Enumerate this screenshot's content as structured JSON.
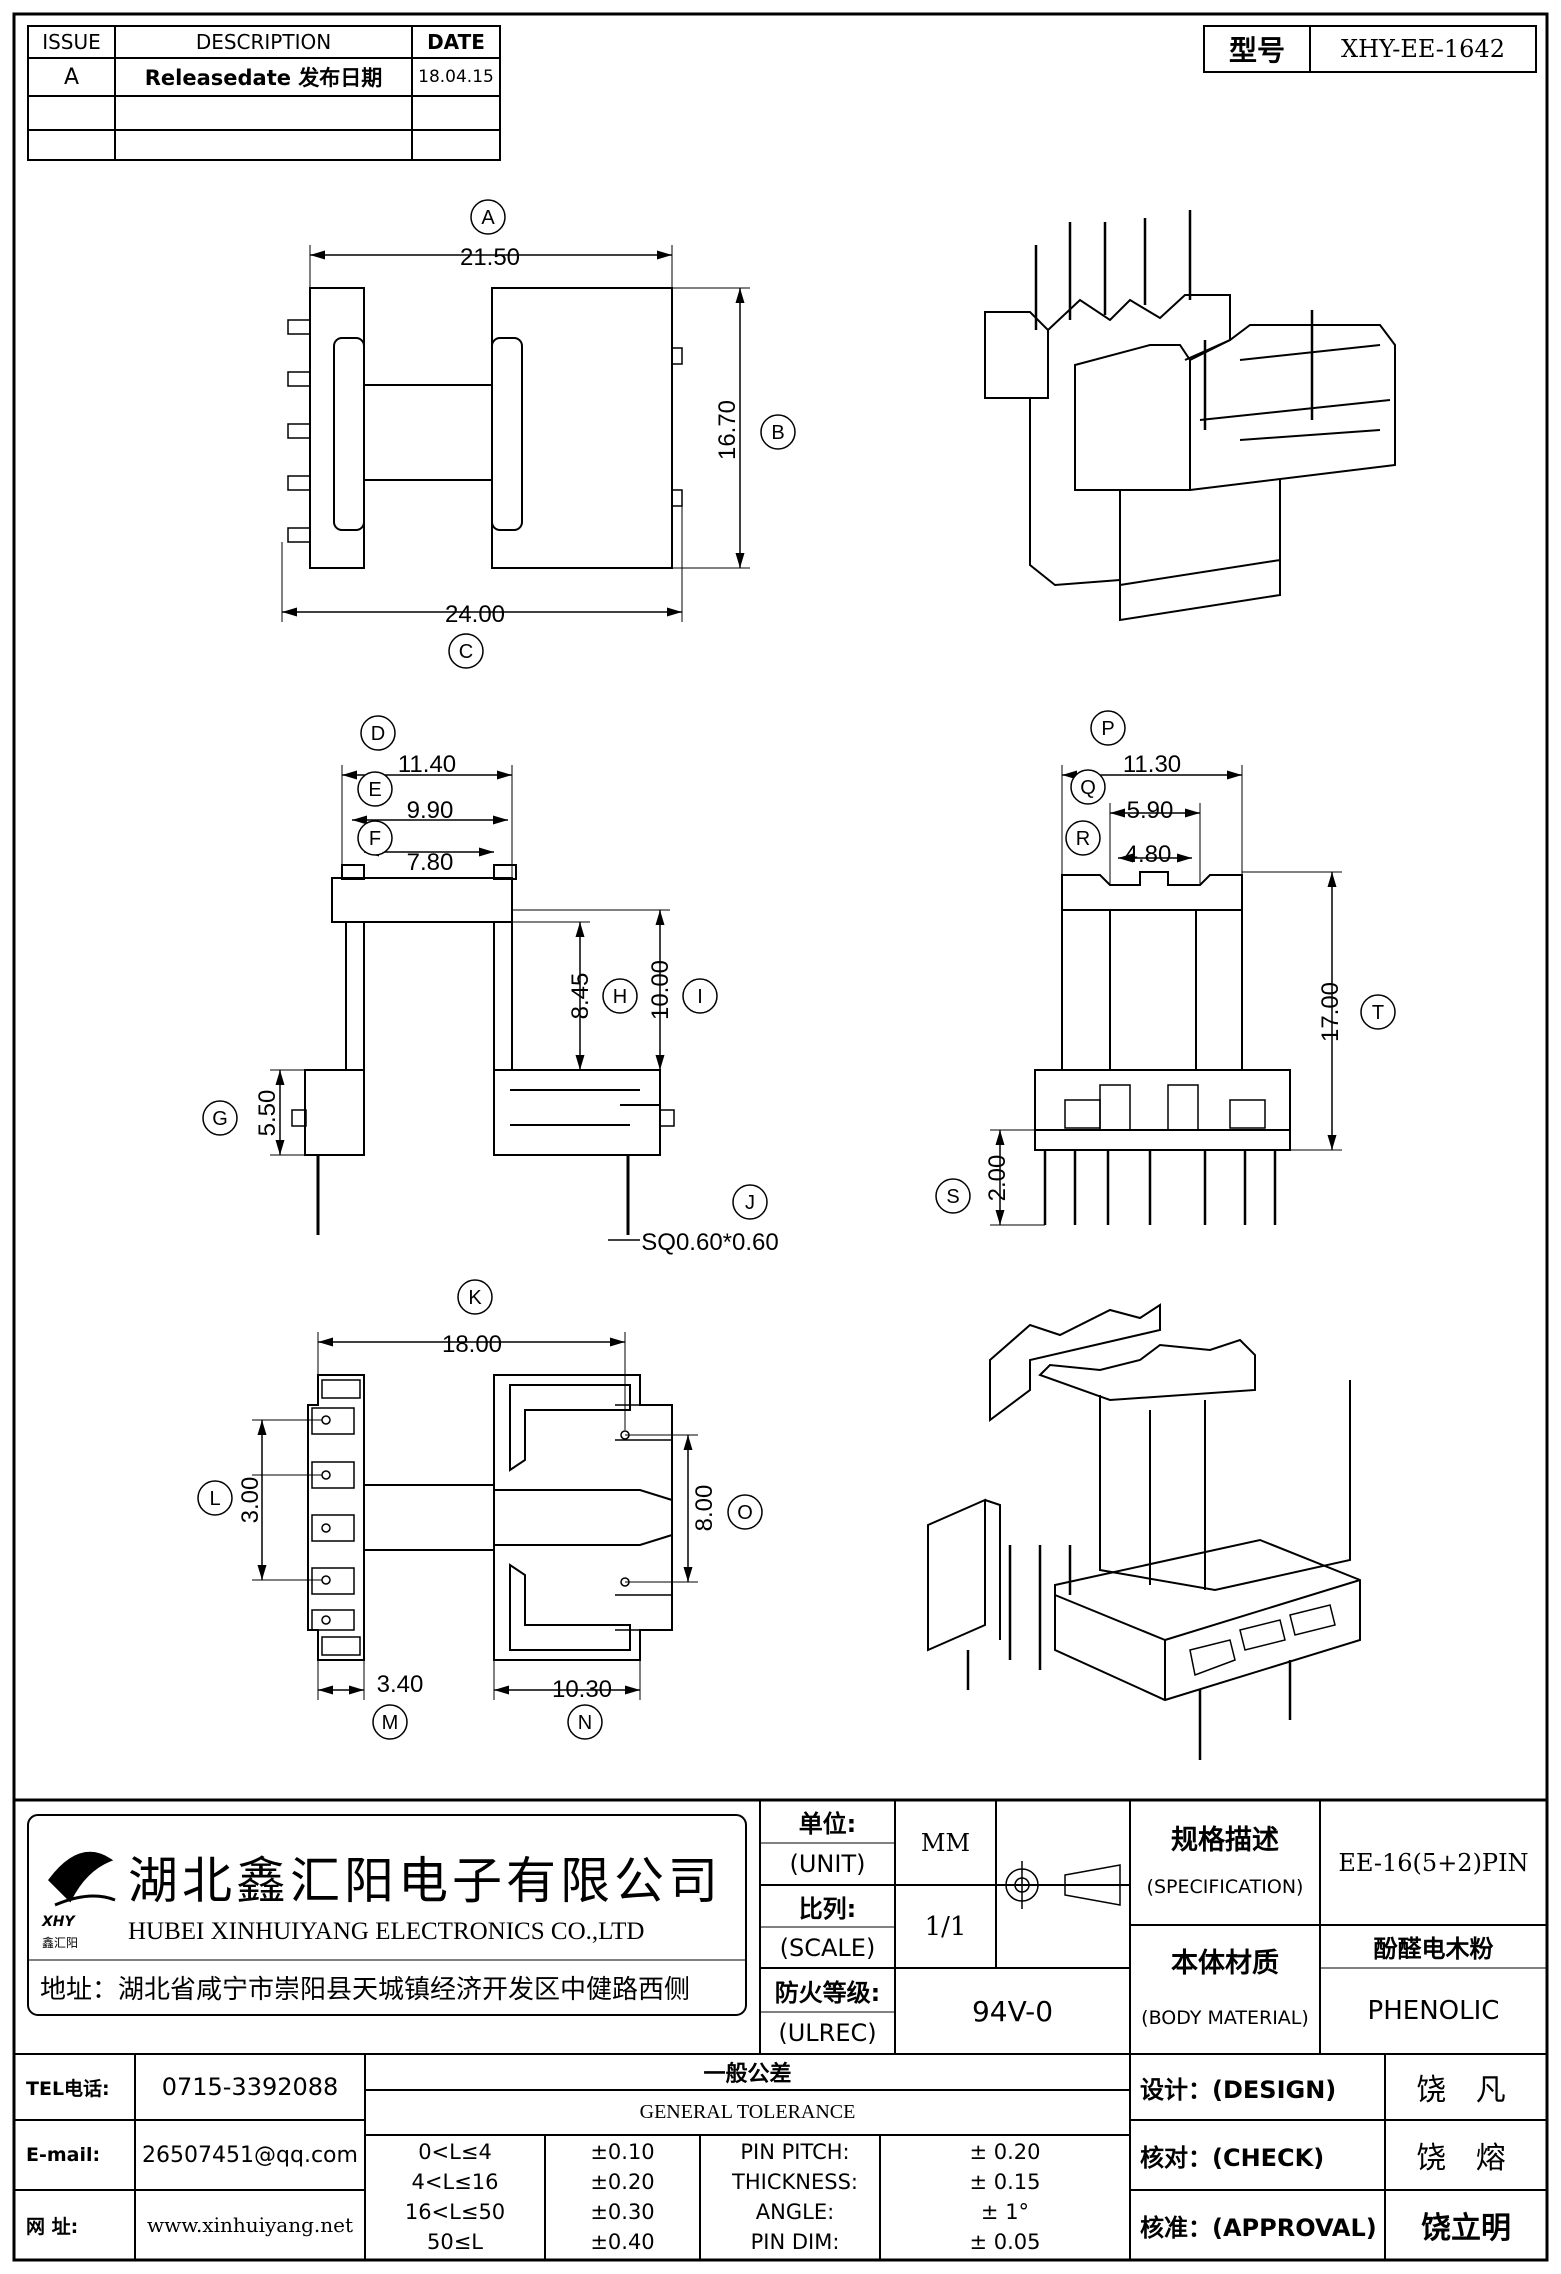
{
  "revision": {
    "headers": {
      "issue": "ISSUE",
      "description": "DESCRIPTION",
      "date": "DATE"
    },
    "rows": [
      {
        "issue": "A",
        "description": "Releasedate 发布日期",
        "date": "18.04.15"
      },
      {
        "issue": "",
        "description": "",
        "date": ""
      },
      {
        "issue": "",
        "description": "",
        "date": ""
      }
    ]
  },
  "model": {
    "label": "型号",
    "value": "XHY-EE-1642"
  },
  "views": {
    "top": {
      "A": "A",
      "A_val": "21.50",
      "B": "B",
      "B_val": "16.70",
      "C": "C",
      "C_val": "24.00"
    },
    "side": {
      "D": "D",
      "D_val": "11.40",
      "E": "E",
      "E_val": "9.90",
      "F": "F",
      "F_val": "7.80",
      "G": "G",
      "G_val": "5.50",
      "H": "H",
      "H_val": "8.45",
      "I": "I",
      "I_val": "10.00",
      "J": "J",
      "J_val": "SQ0.60*0.60"
    },
    "front": {
      "P": "P",
      "P_val": "11.30",
      "Q": "Q",
      "Q_val": "5.90",
      "R": "R",
      "R_val": "4.80",
      "S": "S",
      "S_val": "2.00",
      "T": "T",
      "T_val": "17.00"
    },
    "bottom": {
      "K": "K",
      "K_val": "18.00",
      "L": "L",
      "L_val": "3.00",
      "O": "O",
      "O_val": "8.00",
      "M": "M",
      "M_val": "3.40",
      "N": "N",
      "N_val": "10.30"
    }
  },
  "company": {
    "cn": "湖北鑫汇阳电子有限公司",
    "en": "HUBEI XINHUIYANG ELECTRONICS CO.,LTD",
    "address": "地址：湖北省咸宁市崇阳县天城镇经济开发区中健路西侧",
    "logo_text": "XHY",
    "logo_sub": "鑫汇阳"
  },
  "titleblock": {
    "unit_cn": "单位:",
    "unit_en": "(UNIT)",
    "unit_val": "MM",
    "scale_cn": "比列:",
    "scale_en": "(SCALE)",
    "scale_val": "1/1",
    "ul_cn": "防火等级:",
    "ul_en": "(ULREC)",
    "ul_val": "94V-0",
    "spec_cn": "规格描述",
    "spec_en": "(SPECIFICATION)",
    "spec_val": "EE-16(5+2)PIN",
    "mat_cn": "本体材质",
    "mat_en": "(BODY MATERIAL)",
    "mat_val_cn": "酚醛电木粉",
    "mat_val_en": "PHENOLIC",
    "design_label": "设计：(DESIGN)",
    "design_name": "饶 凡",
    "check_label": "核对：(CHECK)",
    "check_name": "饶 熔",
    "approval_label": "核准：(APPROVAL)",
    "approval_name": "饶立明"
  },
  "contact": {
    "tel_label": "TEL电话:",
    "tel": "0715-3392088",
    "email_label": "E-mail:",
    "email": "26507451@qq.com",
    "web_label": "网 址:",
    "web": "www.xinhuiyang.net"
  },
  "tolerance": {
    "title_cn": "一般公差",
    "title_en": "GENERAL TOLERANCE",
    "rows": [
      {
        "range": "0<L≤4",
        "tol": "±0.10",
        "item": "PIN PITCH:",
        "val": "± 0.20"
      },
      {
        "range": "4<L≤16",
        "tol": "±0.20",
        "item": "THICKNESS:",
        "val": "± 0.15"
      },
      {
        "range": "16<L≤50",
        "tol": "±0.30",
        "item": "ANGLE:",
        "val": "± 1°"
      },
      {
        "range": "50≤L",
        "tol": "±0.40",
        "item": "PIN DIM:",
        "val": "± 0.05"
      }
    ]
  }
}
